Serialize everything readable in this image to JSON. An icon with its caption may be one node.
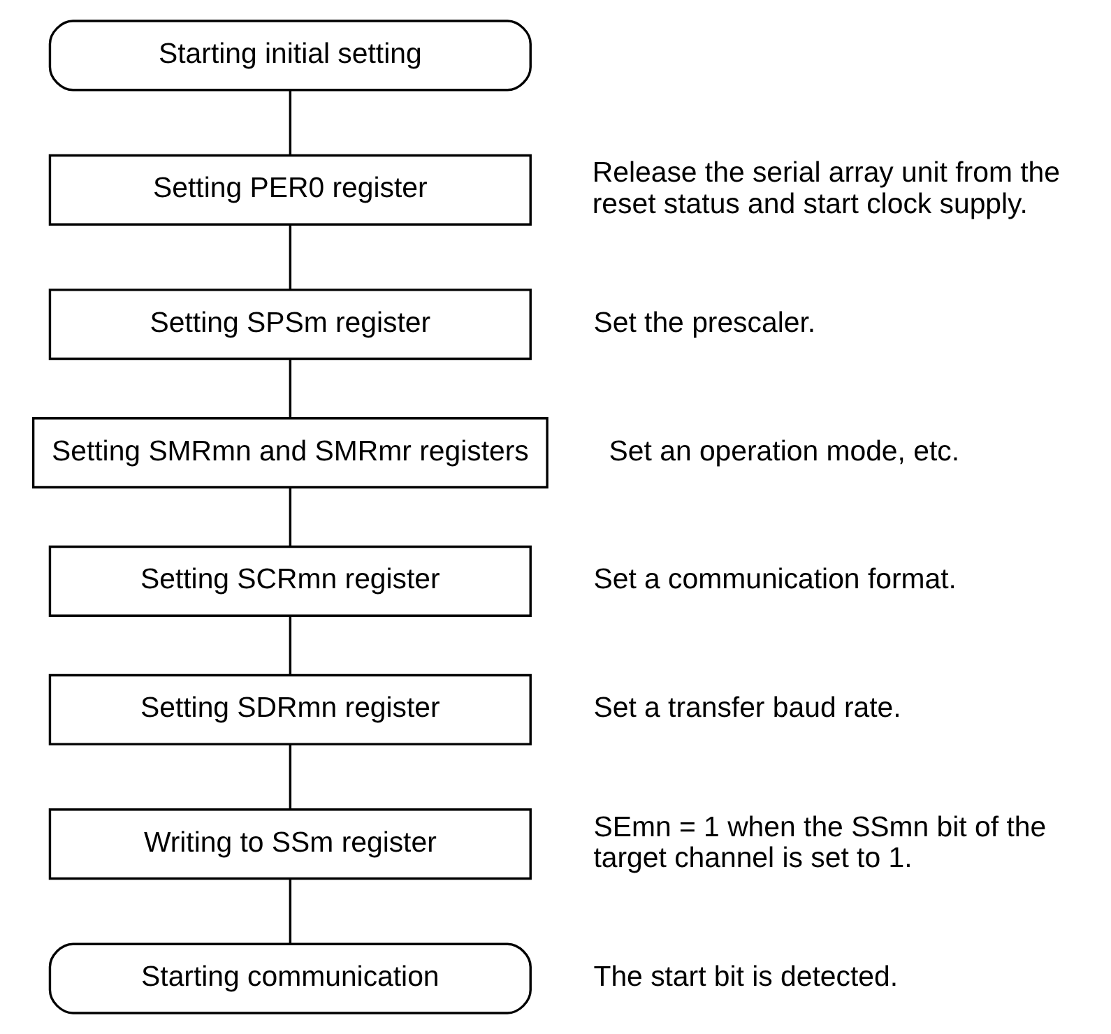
{
  "diagram": {
    "nodes": [
      {
        "text": [
          "Starting initial setting"
        ]
      },
      {
        "text": [
          "Setting PER0 register"
        ],
        "beside": [
          "Release the serial array unit from the reset status and start clock supply."
        ]
      },
      {
        "text": [
          "Setting SPSm register"
        ],
        "beside": [
          "Set the prescaler."
        ]
      },
      {
        "text": [
          "Setting SMRmn and SMRmr registers"
        ],
        "beside": [
          "Set an operation mode, etc."
        ]
      },
      {
        "text": [
          "Setting SCRmn register"
        ],
        "beside": [
          "Set a communication format."
        ]
      },
      {
        "text": [
          "Setting SDRmn register"
        ],
        "beside": [
          "Set a transfer baud rate."
        ]
      },
      {
        "text": [
          "Writing to SSm register"
        ],
        "beside": [
          "SEmn = 1 when the SSmn bit of the target channel is set to 1."
        ]
      },
      {
        "text": [
          "Starting communication"
        ],
        "beside": [
          "The start bit is detected."
        ]
      }
    ],
    "edges": [
      {
        "from": 0,
        "to": 1,
        "arrow": "none"
      },
      {
        "from": 1,
        "to": 2,
        "arrow": "none"
      },
      {
        "from": 2,
        "to": 3,
        "arrow": "none"
      },
      {
        "from": 3,
        "to": 4,
        "arrow": "none"
      },
      {
        "from": 4,
        "to": 5,
        "arrow": "none"
      },
      {
        "from": 5,
        "to": 6,
        "arrow": "none"
      },
      {
        "from": 6,
        "to": 7,
        "arrow": "none"
      }
    ]
  }
}
